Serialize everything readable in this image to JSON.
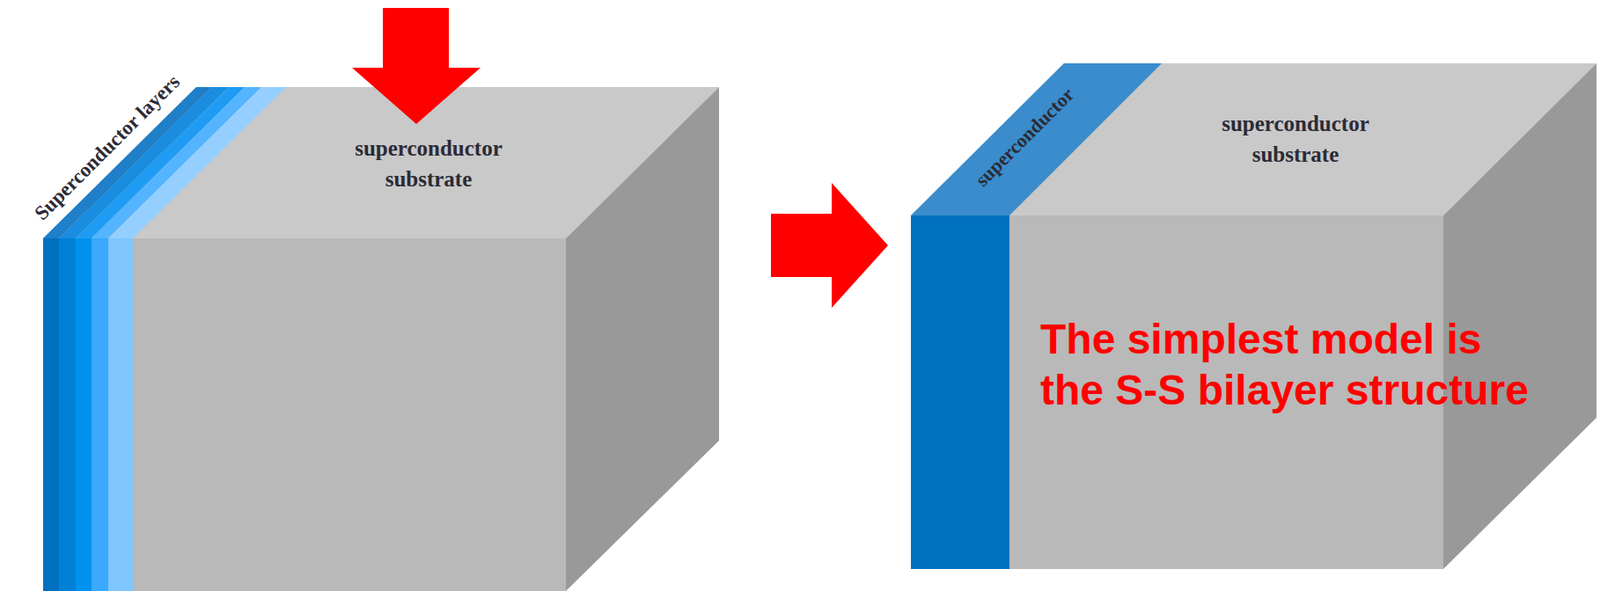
{
  "diagram": {
    "nodes": [
      {
        "text": [
          "Superconductor layers"
        ]
      },
      {
        "text": [
          "superconductor substrate"
        ]
      },
      {
        "text": [
          "superconductor"
        ]
      },
      {
        "text": [
          "superconductor substrate"
        ]
      }
    ],
    "edges": [
      {
        "from": 1,
        "to": 2,
        "arrow": "to"
      }
    ],
    "labels": [
      "The simplest model is the S-S bilayer structure"
    ]
  }
}
